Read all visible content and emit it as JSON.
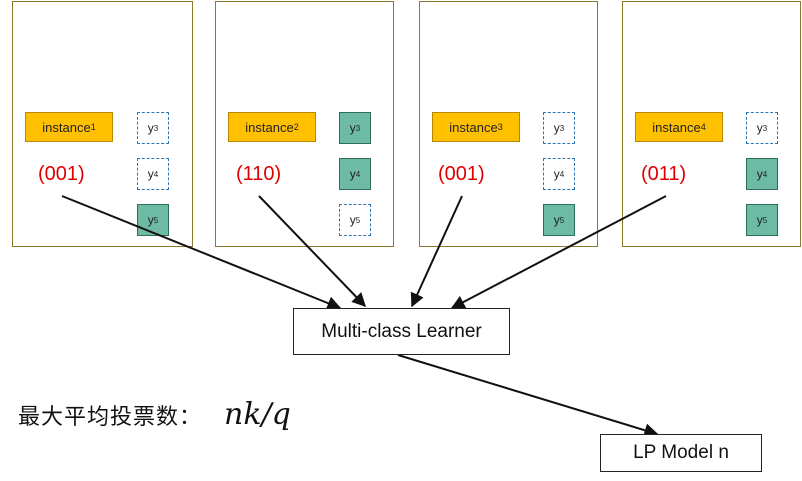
{
  "panels": [
    {
      "instance_base": "instance",
      "instance_sub": "1",
      "code": "(001)",
      "labels": [
        {
          "base": "y",
          "sub": "3",
          "on": false
        },
        {
          "base": "y",
          "sub": "4",
          "on": false
        },
        {
          "base": "y",
          "sub": "5",
          "on": true
        }
      ]
    },
    {
      "instance_base": "instance",
      "instance_sub": "2",
      "code": "(110)",
      "labels": [
        {
          "base": "y",
          "sub": "3",
          "on": true
        },
        {
          "base": "y",
          "sub": "4",
          "on": true
        },
        {
          "base": "y",
          "sub": "5",
          "on": false
        }
      ]
    },
    {
      "instance_base": "instance",
      "instance_sub": "3",
      "code": "(001)",
      "labels": [
        {
          "base": "y",
          "sub": "3",
          "on": false
        },
        {
          "base": "y",
          "sub": "4",
          "on": false
        },
        {
          "base": "y",
          "sub": "5",
          "on": true
        }
      ]
    },
    {
      "instance_base": "instance",
      "instance_sub": "4",
      "code": "(011)",
      "labels": [
        {
          "base": "y",
          "sub": "3",
          "on": false
        },
        {
          "base": "y",
          "sub": "4",
          "on": true
        },
        {
          "base": "y",
          "sub": "5",
          "on": true
        }
      ]
    }
  ],
  "learner_label": "Multi-class Learner",
  "model_label": "LP Model n",
  "formula_text": "最大平均投票数：",
  "formula_math": "nk/q",
  "colors": {
    "instance_fill": "#ffc000",
    "label_on_fill": "#6dbba5",
    "code_text": "#e00000",
    "panel_border": "#8a7a2a"
  }
}
